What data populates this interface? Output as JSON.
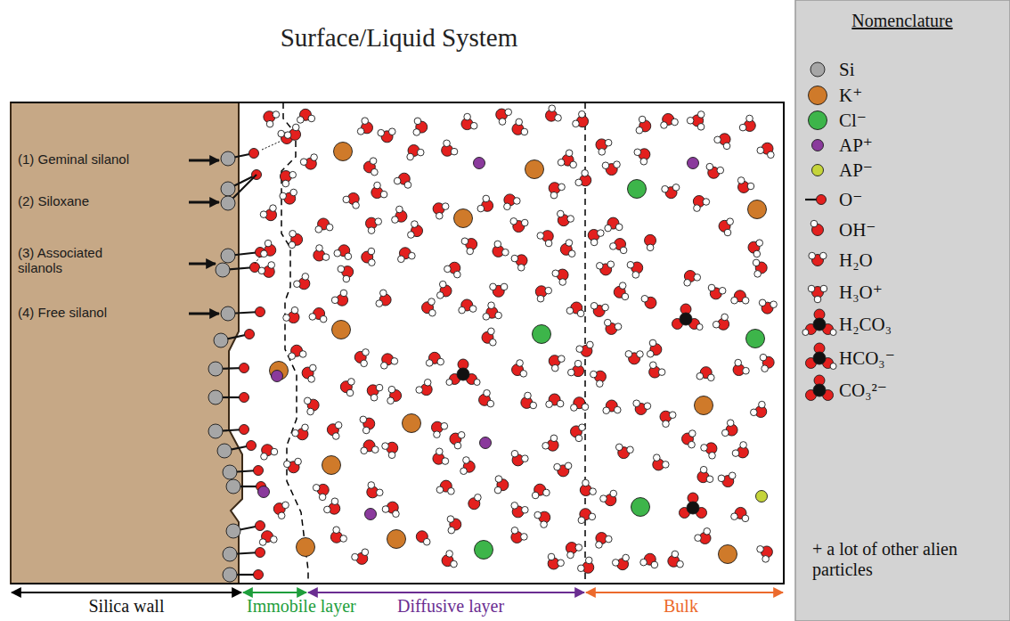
{
  "diagram": {
    "title": "Surface/Liquid System",
    "labels": [
      "Nomenclature",
      "(1) Geminal silanol",
      "(2) Siloxane",
      "(3) Associated silanols",
      "(4) Free silanol",
      "Silica wall",
      "Immobile layer",
      "Diffusive layer",
      "Bulk",
      "+ a lot of other alien particles"
    ],
    "legend": [
      {
        "text": "Si",
        "color": "#a6a6a6"
      },
      {
        "text": "K⁺",
        "color": "#cf7a2a"
      },
      {
        "text": "Cl⁻",
        "color": "#3db54a"
      },
      {
        "text": "AP⁺",
        "color": "#8a3a9c"
      },
      {
        "text": "AP⁻",
        "color": "#c5d43a"
      },
      {
        "text": "O⁻"
      },
      {
        "text": "OH⁻"
      },
      {
        "text": "H₂O"
      },
      {
        "text": "H₃O⁺"
      },
      {
        "text": "H₂CO₃"
      },
      {
        "text": "HCO₃⁻"
      },
      {
        "text": "CO₃²⁻"
      }
    ]
  }
}
